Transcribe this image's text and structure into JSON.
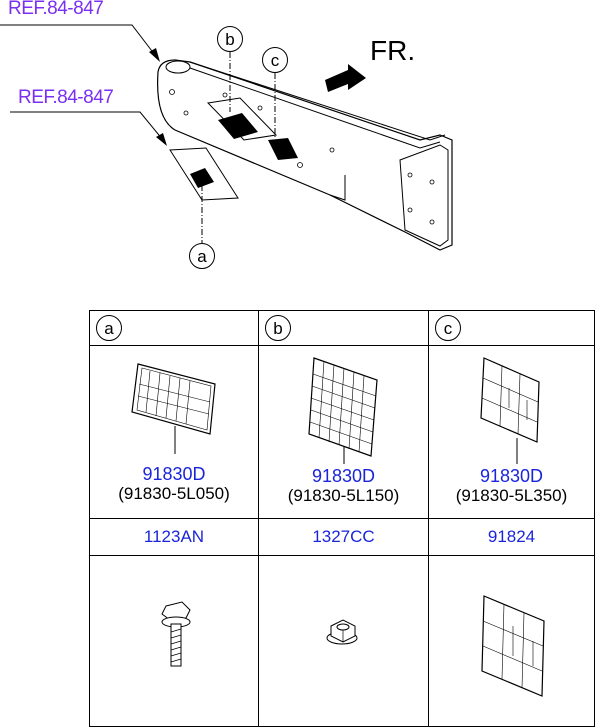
{
  "diagram": {
    "ref_top": "REF.84-847",
    "ref_left": "REF.84-847",
    "direction_label": "FR.",
    "callouts": [
      "a",
      "b",
      "c"
    ]
  },
  "table": {
    "headers": [
      "a",
      "b",
      "c"
    ],
    "parts": [
      {
        "number": "91830D",
        "sub": "(91830-5L050)"
      },
      {
        "number": "91830D",
        "sub": "(91830-5L150)"
      },
      {
        "number": "91830D",
        "sub": "(91830-5L350)"
      }
    ],
    "codes": [
      "1123AN",
      "1327CC",
      "91824"
    ]
  },
  "colors": {
    "ref": "#7b2ff2",
    "part_number": "#1a25d9"
  }
}
